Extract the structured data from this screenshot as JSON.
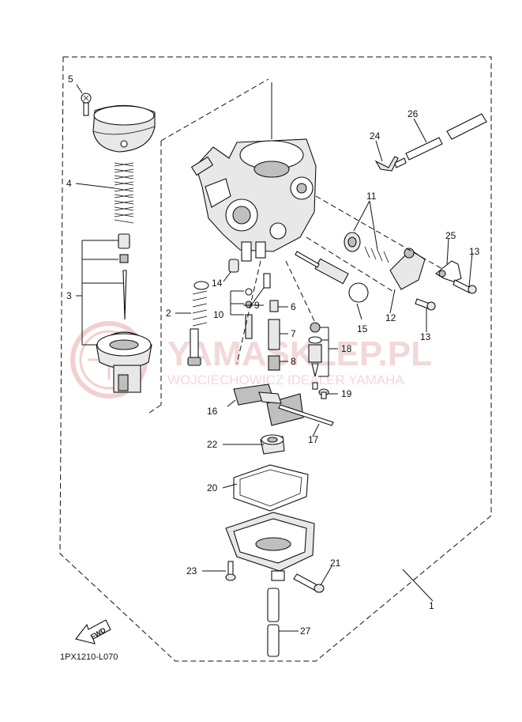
{
  "diagram": {
    "code": "1PX1210-L070",
    "fwd_label": "FWD",
    "watermark": {
      "brand": "YAMASKLEP.PL",
      "subtitle": "WOJCIECHOWICZ IDEALER YAMAHA",
      "color": "#e9b9b9"
    },
    "callouts": [
      "1",
      "2",
      "3",
      "4",
      "5",
      "6",
      "7",
      "8",
      "9",
      "10",
      "11",
      "12",
      "13",
      "13",
      "14",
      "15",
      "16",
      "17",
      "18",
      "19",
      "20",
      "21",
      "22",
      "23",
      "24",
      "25",
      "26",
      "27"
    ]
  }
}
